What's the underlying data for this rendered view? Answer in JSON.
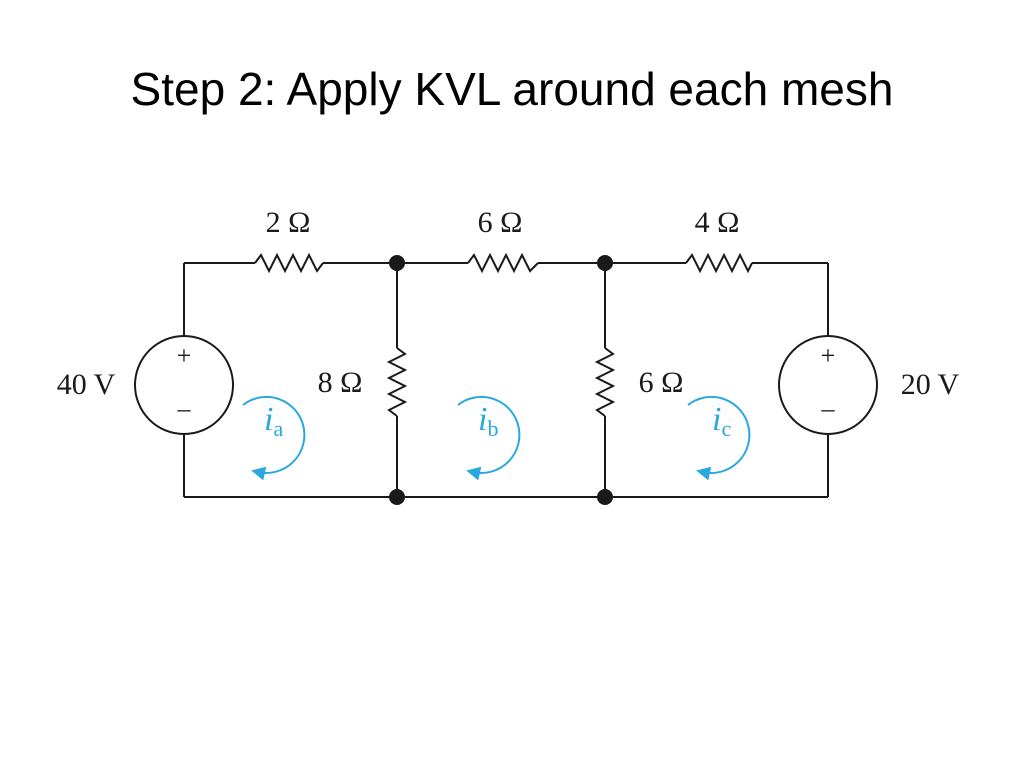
{
  "slide": {
    "title": "Step 2: Apply KVL around each mesh"
  },
  "circuit": {
    "resistors": [
      {
        "value": "2 Ω"
      },
      {
        "value": "6 Ω"
      },
      {
        "value": "4 Ω"
      },
      {
        "value": "8 Ω"
      },
      {
        "value": "6 Ω"
      }
    ],
    "sources": [
      {
        "value": "40 V",
        "plus": "+",
        "minus": "–"
      },
      {
        "value": "20 V",
        "plus": "+",
        "minus": "–"
      }
    ],
    "meshes": [
      {
        "symbol": "i",
        "subscript": "a"
      },
      {
        "symbol": "i",
        "subscript": "b"
      },
      {
        "symbol": "i",
        "subscript": "c"
      }
    ]
  },
  "colors": {
    "wire": "#1a1a1a",
    "mesh_arrow": "#29a8e0"
  }
}
